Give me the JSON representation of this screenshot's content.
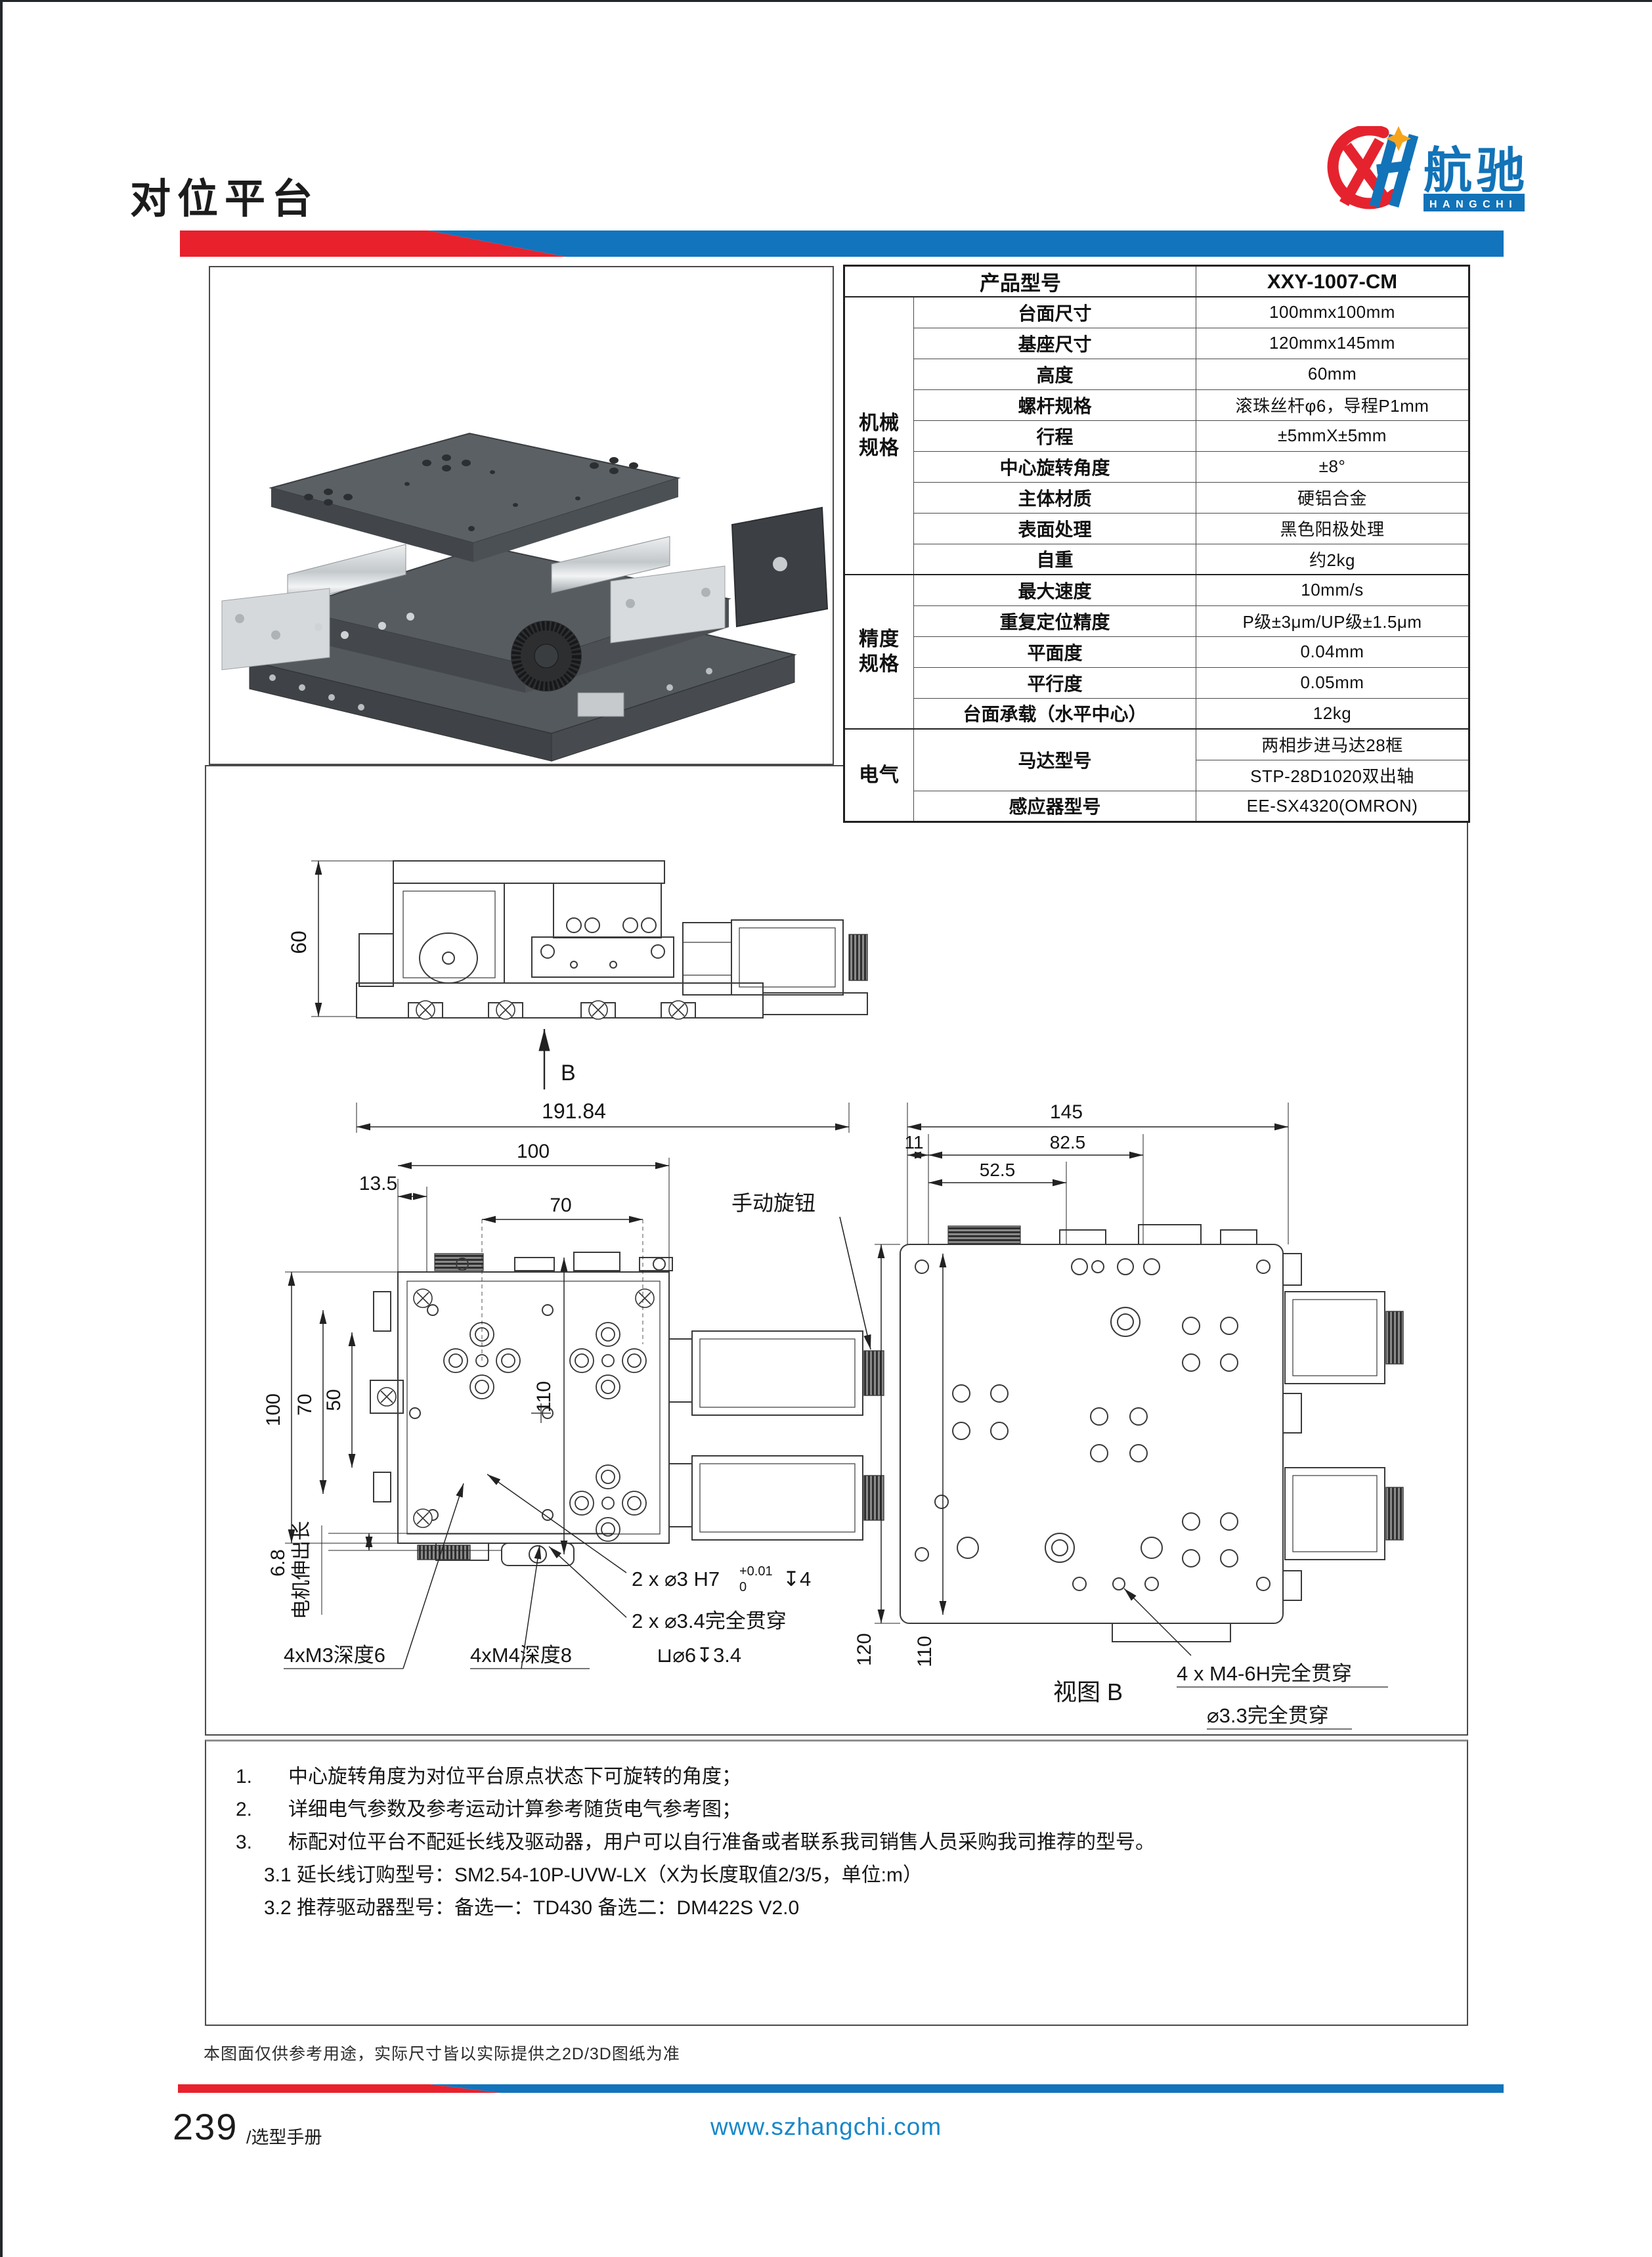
{
  "header": {
    "title": "对位平台",
    "logo_cn": "航驰",
    "logo_en": "HANGCHI"
  },
  "colors": {
    "red": "#e8212d",
    "blue": "#1274bc",
    "logo_blue": "#1273b8",
    "logo_red": "#e5232e",
    "star": "#f7a41d",
    "link": "#1887c9"
  },
  "spec": {
    "model_label": "产品型号",
    "model_value": "XXY-1007-CM",
    "mech": {
      "label": "机械规格",
      "rows": [
        {
          "k": "台面尺寸",
          "v": "100mmx100mm"
        },
        {
          "k": "基座尺寸",
          "v": "120mmx145mm"
        },
        {
          "k": "高度",
          "v": "60mm"
        },
        {
          "k": "螺杆规格",
          "v": "滚珠丝杆φ6，导程P1mm"
        },
        {
          "k": "行程",
          "v": "±5mmX±5mm"
        },
        {
          "k": "中心旋转角度",
          "v": "±8°"
        },
        {
          "k": "主体材质",
          "v": "硬铝合金"
        },
        {
          "k": "表面处理",
          "v": "黑色阳极处理"
        },
        {
          "k": "自重",
          "v": "约2kg"
        }
      ]
    },
    "prec": {
      "label": "精度规格",
      "rows": [
        {
          "k": "最大速度",
          "v": "10mm/s"
        },
        {
          "k": "重复定位精度",
          "v": "P级±3μm/UP级±1.5μm"
        },
        {
          "k": "平面度",
          "v": "0.04mm"
        },
        {
          "k": "平行度",
          "v": "0.05mm"
        },
        {
          "k": "台面承载（水平中心）",
          "v": "12kg"
        }
      ]
    },
    "elec": {
      "label": "电气",
      "motor_label": "马达型号",
      "motor_v1": "两相步进马达28框",
      "motor_v2": "STP-28D1020双出轴",
      "sensor_label": "感应器型号",
      "sensor_v": "EE-SX4320(OMRON)"
    }
  },
  "drawing": {
    "side": {
      "height_dim": "60",
      "arrow_label": "B",
      "total_width": "191.84"
    },
    "plan": {
      "dim_13_5": "13.5",
      "dim_100_top": "100",
      "dim_70_top": "70",
      "knob_label": "手动旋钮",
      "dim_100_left": "100",
      "dim_70_left": "70",
      "dim_50_left": "50",
      "dim_110": "110",
      "dim_6_8": "6.8",
      "motor_ext_label": "电机伸出长",
      "callout_m3": "4xM3深度6",
      "callout_m4": "4xM4深度8",
      "callout_h7": "2 x ⌀3 H7",
      "callout_h7_tol_top": "+0.01",
      "callout_h7_tol_bot": "0",
      "callout_h7_depth": "↧4",
      "callout_d34": "2 x ⌀3.4完全贯穿",
      "callout_cbore": "⊔⌀6↧3.4"
    },
    "view_b": {
      "dim_145": "145",
      "dim_11": "11",
      "dim_82_5": "82.5",
      "dim_52_5": "52.5",
      "dim_120": "120",
      "dim_110": "110",
      "label": "视图 B",
      "callout_m4": "4 x  M4-6H完全贯穿",
      "callout_33": "⌀3.3完全贯穿"
    }
  },
  "notes": {
    "n1_num": "1.",
    "n1": "中心旋转角度为对位平台原点状态下可旋转的角度；",
    "n2_num": "2.",
    "n2": "详细电气参数及参考运动计算参考随货电气参考图；",
    "n3_num": "3.",
    "n3": "标配对位平台不配延长线及驱动器，用户可以自行准备或者联系我司销售人员采购我司推荐的型号。",
    "n31": "3.1 延长线订购型号：SM2.54-10P-UVW-LX（X为长度取值2/3/5，单位:m）",
    "n32": "3.2 推荐驱动器型号：备选一：TD430 备选二：DM422S V2.0"
  },
  "footer": {
    "disclaimer": "本图面仅供参考用途，实际尺寸皆以实际提供之2D/3D图纸为准",
    "page_number": "239",
    "page_label": "/选型手册",
    "website": "www.szhangchi.com"
  }
}
